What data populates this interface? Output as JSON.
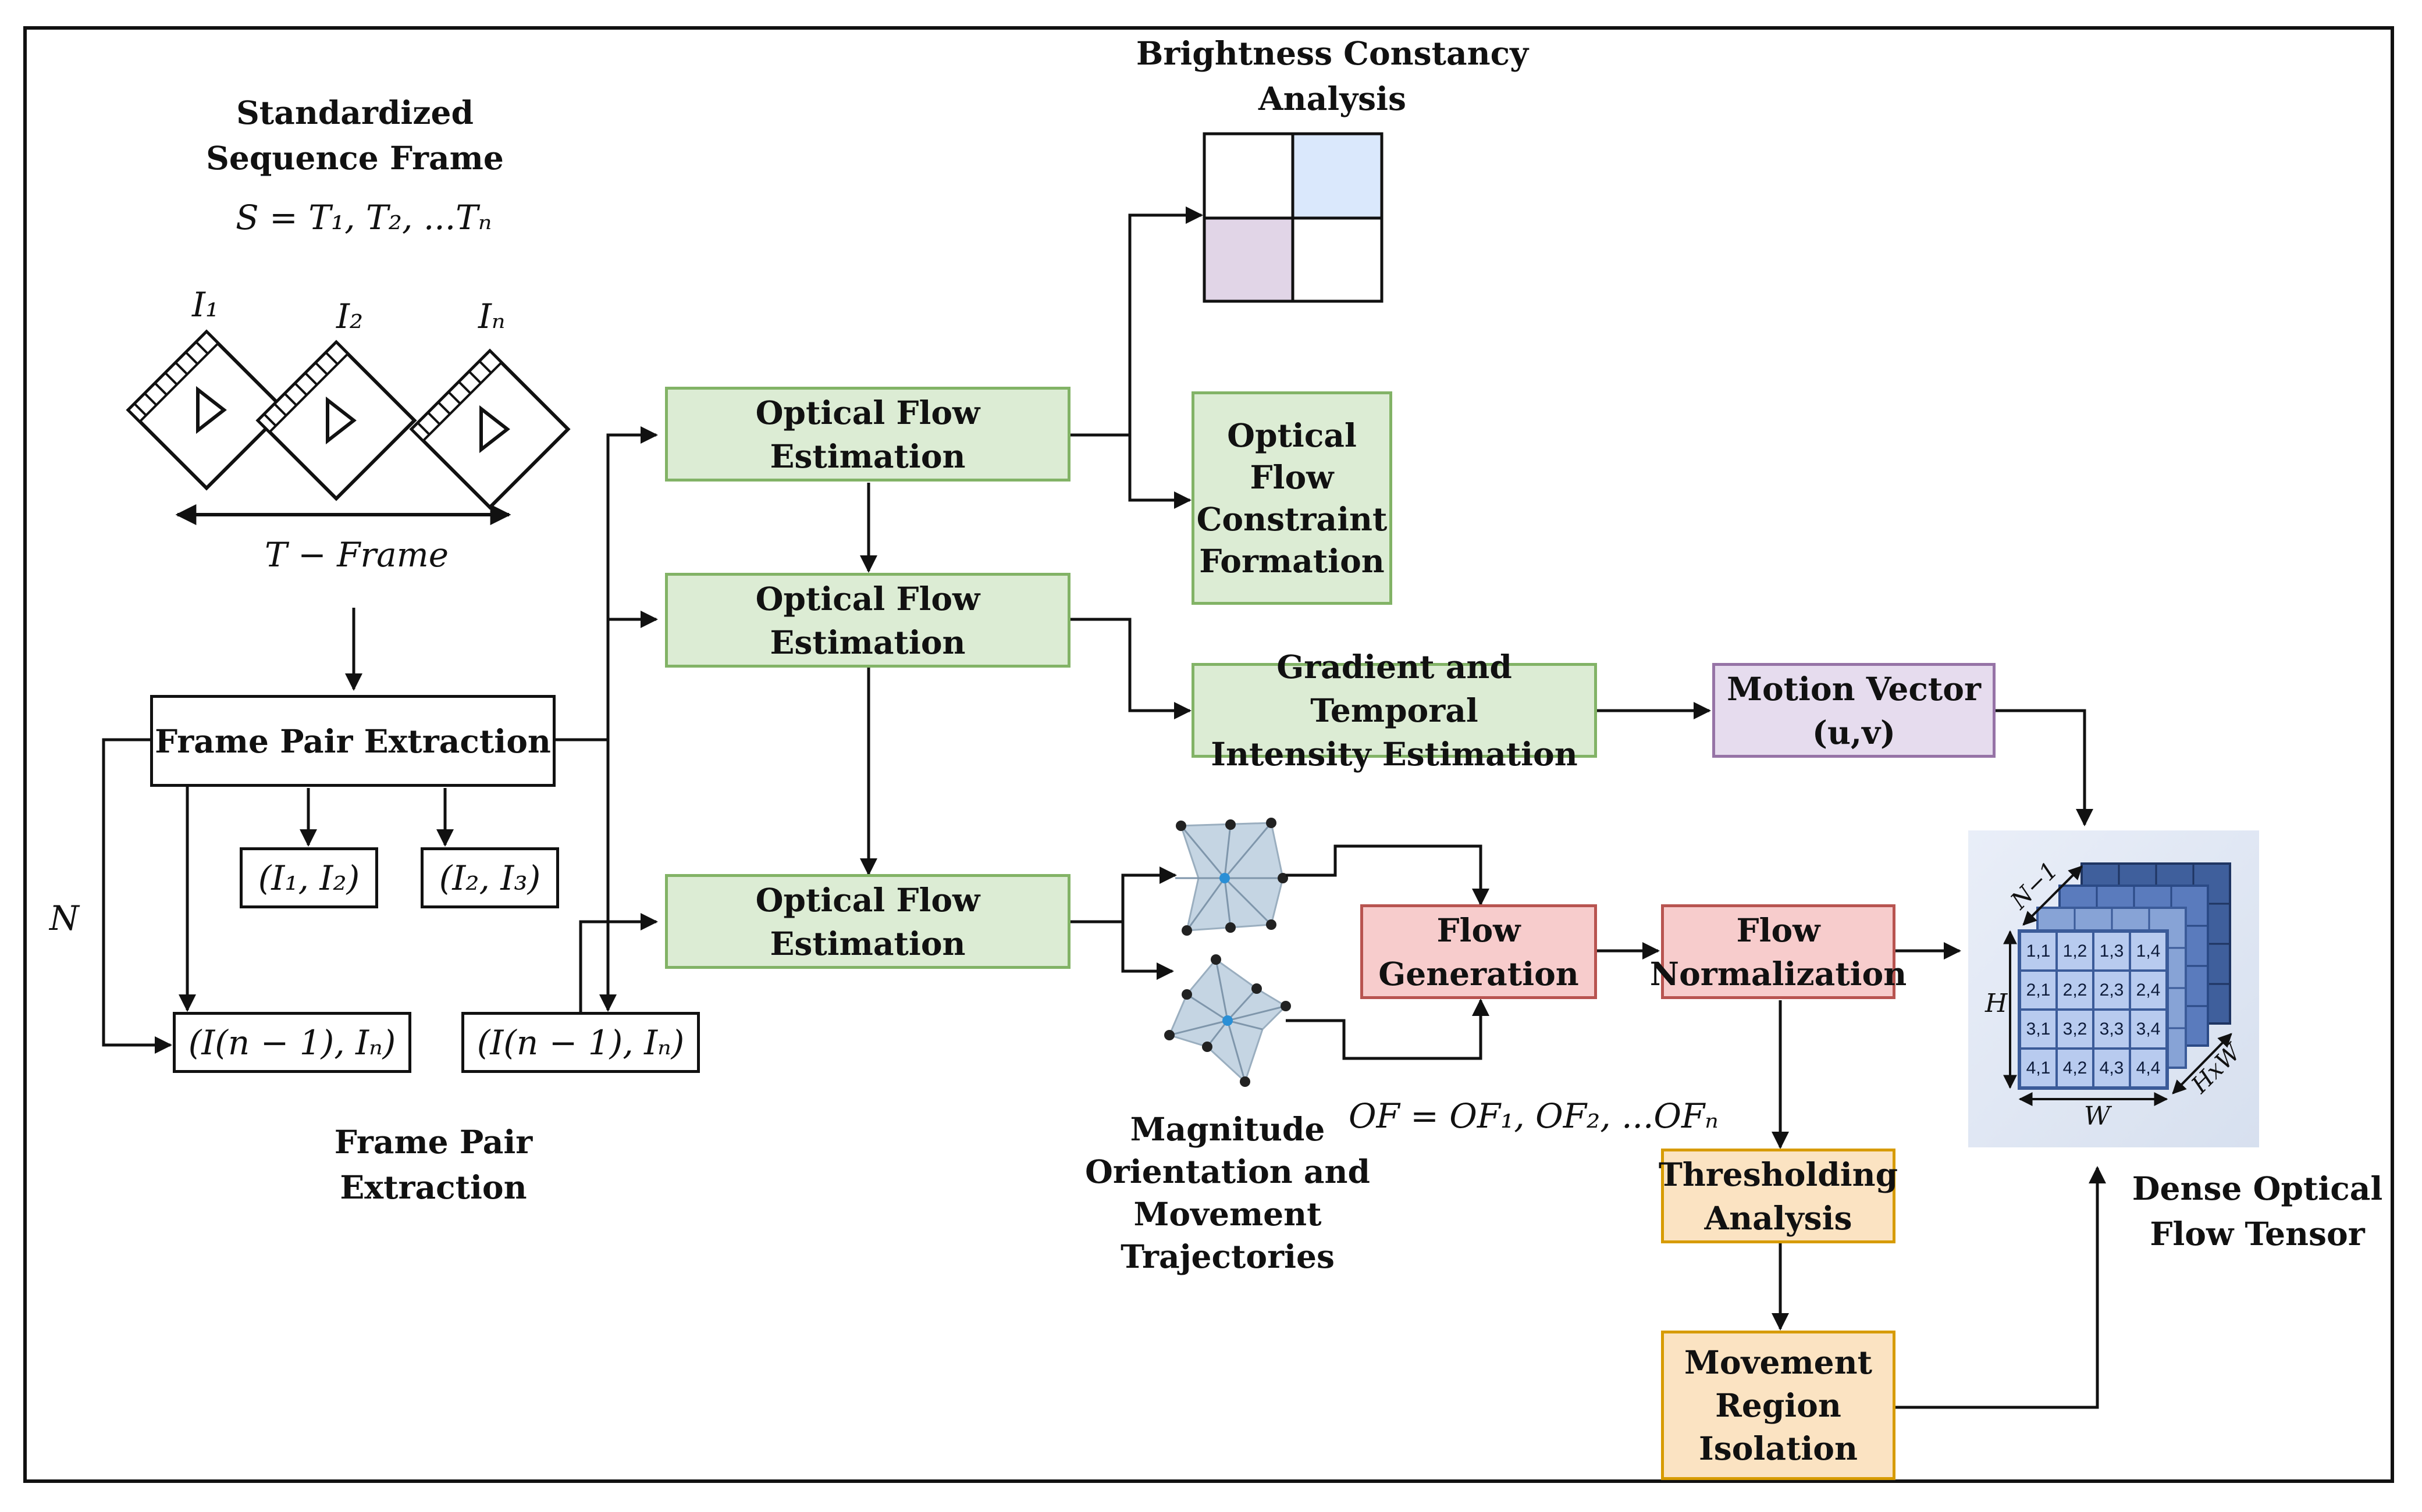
{
  "titles": {
    "standardized": "Standardized\nSequence Frame",
    "sequence_formula": "S = T₁, T₂, ...Tₙ",
    "frame_i1": "I₁",
    "frame_i2": "I₂",
    "frame_in": "Iₙ",
    "t_frame": "T − Frame",
    "n_label": "N",
    "frame_pair_caption": "Frame Pair\nExtraction",
    "brightness": "Brightness Constancy\nAnalysis",
    "magnitude": "Magnitude\nOrientation and\nMovement\nTrajectories",
    "of_formula": "OF = OF₁, OF₂, ...OFₙ",
    "dense": "Dense Optical\nFlow Tensor"
  },
  "boxes": {
    "frame_pair_extraction": "Frame Pair Extraction",
    "pair_i1_i2": "(I₁, I₂)",
    "pair_i2_i3": "(I₂, I₃)",
    "pair_n_left": "(I(n − 1), Iₙ)",
    "pair_n_right": "(I(n − 1), Iₙ)",
    "ofe_1": "Optical Flow Estimation",
    "ofe_2": "Optical Flow Estimation",
    "ofe_3": "Optical Flow Estimation",
    "constraint": "Optical\nFlow\nConstraint\nFormation",
    "gradient": "Gradient and Temporal\nIntensity Estimation",
    "motion_vector": "Motion Vector\n(u,v)",
    "flow_generation": "Flow\nGeneration",
    "flow_normalization": "Flow\nNormalization",
    "thresholding": "Thresholding\nAnalysis",
    "movement_region": "Movement\nRegion\nIsolation"
  },
  "tensor": {
    "cells": [
      "1,1",
      "1,2",
      "1,3",
      "1,4",
      "2,1",
      "2,2",
      "2,3",
      "2,4",
      "3,1",
      "3,2",
      "3,3",
      "3,4",
      "4,1",
      "4,2",
      "4,3",
      "4,4"
    ],
    "h_label": "H",
    "w_label": "W",
    "depth_label": "N−1",
    "hxw_label": "HxW"
  },
  "colors": {
    "green_fill": "#dcecd4",
    "green_border": "#82b366",
    "red_fill": "#f7cccc",
    "red_border": "#b85450",
    "purple_fill": "#e6dcee",
    "purple_border": "#9673a6",
    "orange_fill": "#fbe3c2",
    "orange_border": "#d79b00",
    "grid_blue": "#dae8fc",
    "grid_purple": "#e1d5e7"
  }
}
